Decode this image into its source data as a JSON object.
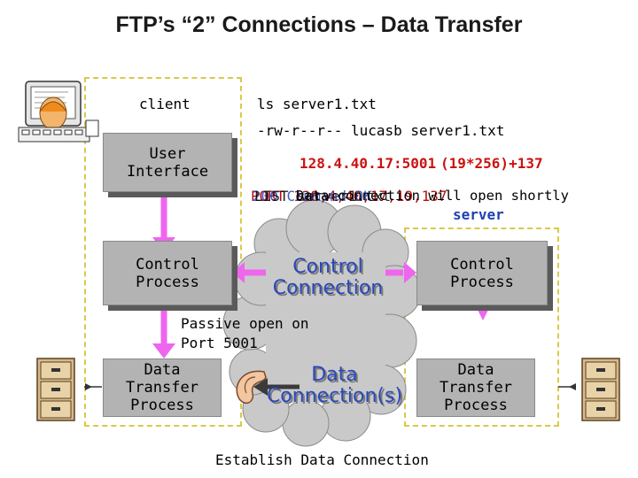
{
  "title": "FTP’s “2” Connections – Data Transfer",
  "labels": {
    "client": "client",
    "cmd_ls": "ls server1.txt",
    "cmd_result": "-rw-r--r-- lucasb server1.txt",
    "port_line": "128.4.40.17:5001",
    "port_line_overlap": "(19*256)+137",
    "overlap_line_a": "PORT 128,4,40,17,19,137",
    "overlap_line_b": "200 Command OK",
    "overlap_line_c": "LIST server1.txt",
    "overlap_line_d": "Data connection will open shortly",
    "server": "server",
    "passive_open": "Passive open on\nPort 5001",
    "establish": "Establish Data Connection"
  },
  "boxes": {
    "user_interface": "User\nInterface",
    "control_left": "Control\nProcess",
    "control_right": "Control\nProcess",
    "data_left": "Data\nTransfer\nProcess",
    "data_right": "Data\nTransfer\nProcess"
  },
  "cloud": {
    "control": "Control\nConnection",
    "data": "Data\nConnection(s)"
  },
  "colors": {
    "arrow": "#ee66ee",
    "cloud": "#c9c9c9",
    "dashed_border": "#d9c94a",
    "box": "#b3b3b3"
  },
  "icons": [
    "computer-user-icon",
    "file-cabinet-icon",
    "ear-icon"
  ]
}
